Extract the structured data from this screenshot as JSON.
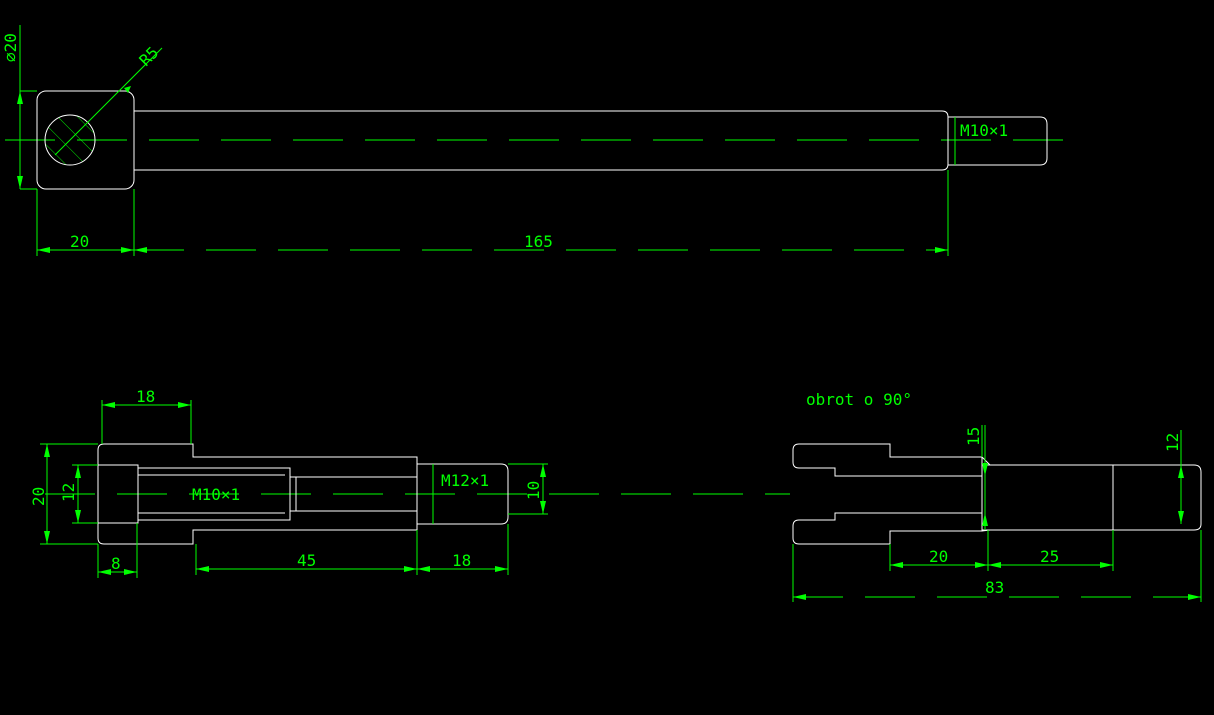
{
  "colors": {
    "background": "#000000",
    "geometry": "#ffffff",
    "annotation": "#00ff00"
  },
  "top_view": {
    "dim_diameter": "⌀20",
    "dim_radius": "R5",
    "dim_head_length": "20",
    "dim_shaft_length": "165",
    "thread_label": "M10×1"
  },
  "section_left": {
    "dim_slot_length": "18",
    "dim_outer_height": "20",
    "dim_bore": "12",
    "thread_inner": "M10×1",
    "thread_end": "M12×1",
    "dim_end_height": "10",
    "dim_lip": "8",
    "dim_mid_length": "45",
    "dim_end_length": "18"
  },
  "section_right": {
    "note": "obrot o 90°",
    "dim_slot_height": "15",
    "dim_end_height": "12",
    "dim_mid": "20",
    "dim_block": "25",
    "dim_total": "83"
  }
}
